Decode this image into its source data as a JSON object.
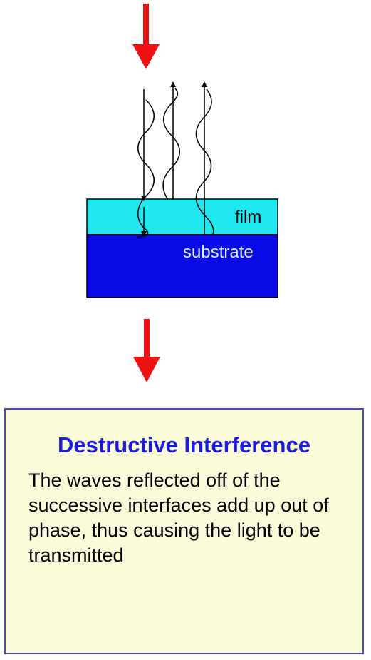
{
  "diagram": {
    "film_label": "film",
    "substrate_label": "substrate",
    "colors": {
      "arrow": "#ee1111",
      "film": "#1fe8f0",
      "substrate": "#0a0ae6",
      "substrate_label": "#d8f0ff",
      "wave": "#000000"
    }
  },
  "info_box": {
    "title": "Destructive Interference",
    "body": "The waves reflected off of the successive interfaces add up out of phase, thus causing the light to be transmitted",
    "colors": {
      "background": "#fcfbd9",
      "border": "#4a4fb8",
      "title": "#1a1ae0"
    }
  }
}
